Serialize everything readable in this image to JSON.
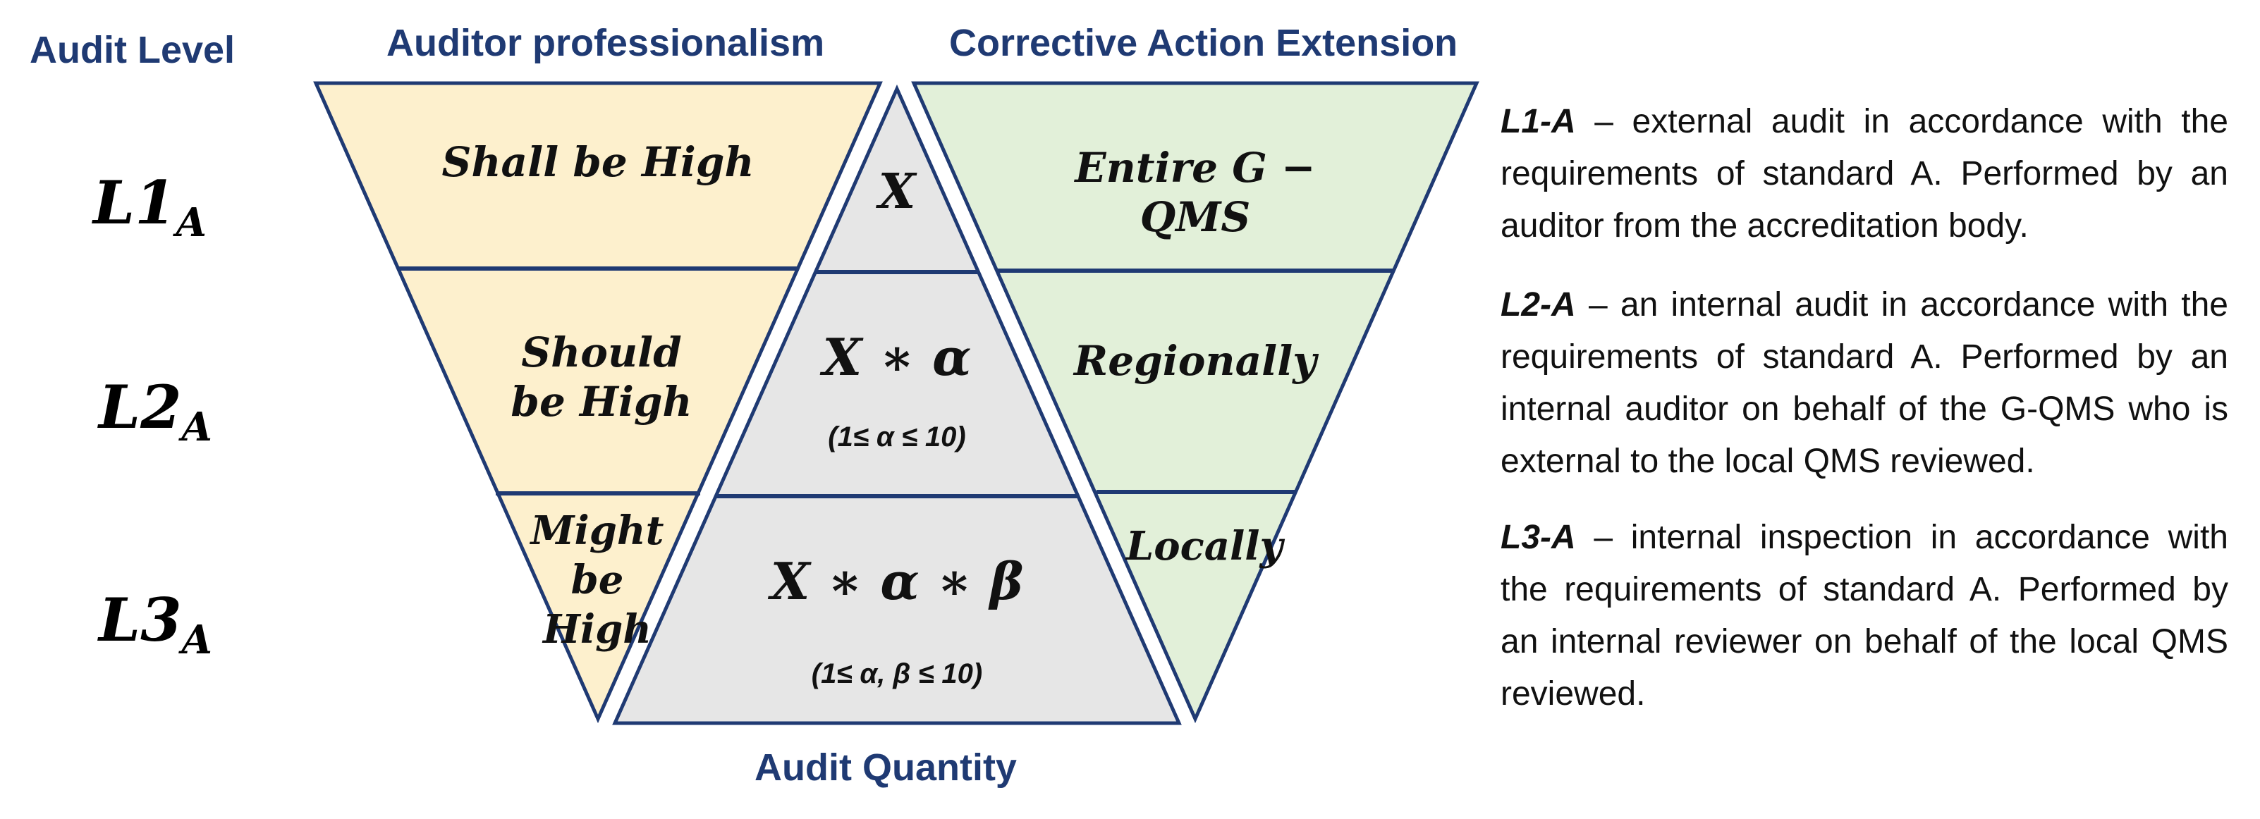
{
  "headers": {
    "audit_level": "Audit Level",
    "auditor_professionalism": "Auditor professionalism",
    "corrective_action_extension": "Corrective Action Extension",
    "audit_quantity": "Audit Quantity"
  },
  "levels": [
    {
      "base": "L1",
      "sub": "A"
    },
    {
      "base": "L2",
      "sub": "A"
    },
    {
      "base": "L3",
      "sub": "A"
    }
  ],
  "professionalism": [
    "Shall be High",
    "Should be High",
    "Might be High"
  ],
  "quantity": [
    {
      "formula": "X",
      "range": ""
    },
    {
      "formula": "X ∗ α",
      "range": "(1≤ α ≤ 10)"
    },
    {
      "formula": "X ∗ α ∗ β",
      "range": "(1≤ α, β ≤ 10)"
    }
  ],
  "extension": [
    "Entire G − QMS",
    "Regionally",
    "Locally"
  ],
  "descriptions": [
    {
      "code": "L1-A",
      "text": " – external audit in accordance with the requirements of standard A. Performed by an auditor from the accreditation body."
    },
    {
      "code": "L2-A",
      "text": " – an internal audit in accordance with the requirements of standard A. Performed by an internal auditor on behalf of the G-QMS who is external to the local QMS reviewed."
    },
    {
      "code": "L3-A",
      "text": " – internal inspection in accordance with the requirements of standard A. Performed by an internal reviewer on behalf of the local QMS reviewed."
    }
  ],
  "colors": {
    "professionalism_fill": "#fdf0cd",
    "quantity_fill": "#e6e6e6",
    "extension_fill": "#e2f0d9",
    "outline": "#1f3a73",
    "header_text": "#1f3a73"
  }
}
